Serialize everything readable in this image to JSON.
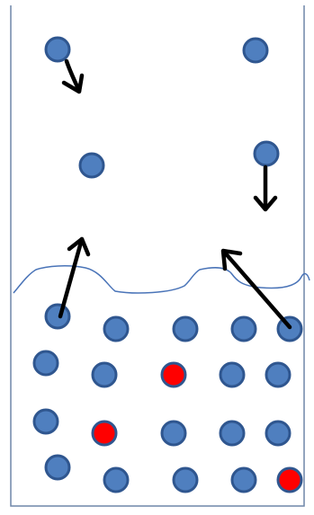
{
  "diagram": {
    "colors": {
      "container": "#6f86a8",
      "surface": "#4a74b8",
      "particle_fill": "#4f7fbf",
      "particle_stroke": "#2f568f",
      "solute_fill": "#ff0000",
      "arrow": "#000000"
    },
    "particle_kinds": [
      "solvent",
      "solute"
    ],
    "arrows": [
      "down",
      "down",
      "up",
      "up"
    ]
  }
}
